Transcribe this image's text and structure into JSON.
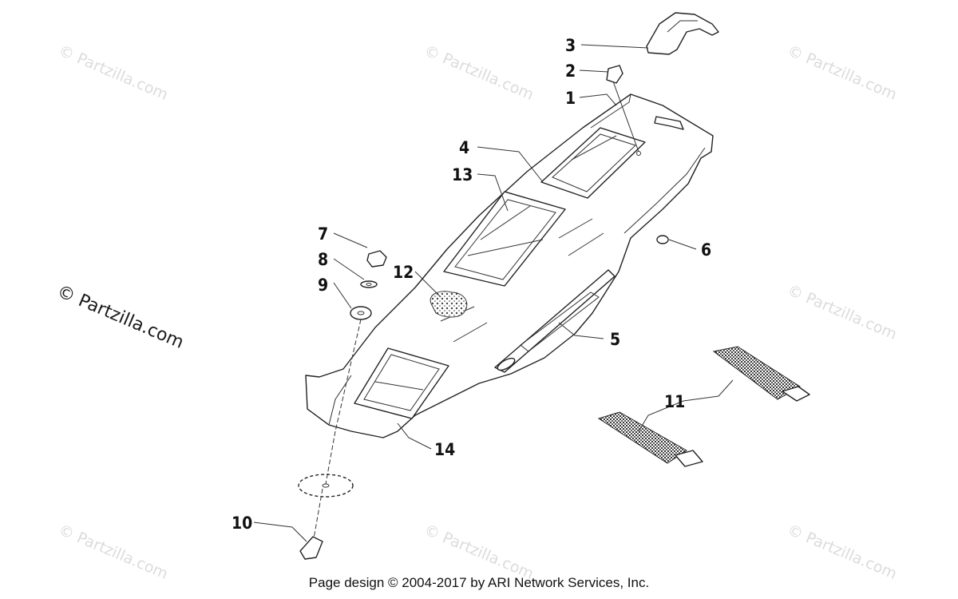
{
  "callouts": [
    "1",
    "2",
    "3",
    "4",
    "5",
    "6",
    "7",
    "8",
    "9",
    "10",
    "11",
    "12",
    "13",
    "14"
  ],
  "watermark": {
    "main": "© Partzilla.com",
    "faint": "© Partzilla.com"
  },
  "footer": "Page design © 2004-2017 by ARI Network Services, Inc."
}
